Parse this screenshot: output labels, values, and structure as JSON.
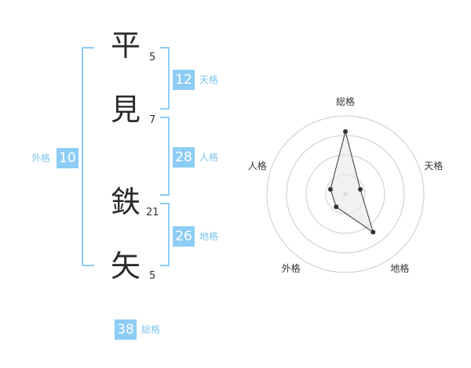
{
  "name": {
    "chars": [
      {
        "char": "平",
        "strokes": "5"
      },
      {
        "char": "見",
        "strokes": "7"
      },
      {
        "char": "鉄",
        "strokes": "21"
      },
      {
        "char": "矢",
        "strokes": "5"
      }
    ]
  },
  "kakusu": {
    "tenkaku": {
      "label": "天格",
      "value": "12"
    },
    "jinkaku": {
      "label": "人格",
      "value": "28"
    },
    "chikaku": {
      "label": "地格",
      "value": "26"
    },
    "gaikaku": {
      "label": "外格",
      "value": "10"
    },
    "soukaku": {
      "label": "総格",
      "value": "38"
    }
  },
  "colors": {
    "accent": "#8dcdf5",
    "accent_text": "#7ec4ee",
    "ring": "#cccccc",
    "polygon_stroke": "#333333",
    "polygon_fill": "#e8e8e8"
  },
  "chart_data": {
    "type": "radar",
    "axes": [
      "総格",
      "天格",
      "地格",
      "外格",
      "人格"
    ],
    "values": [
      4,
      1,
      3,
      1,
      1
    ],
    "max": 5,
    "rings": 4
  }
}
